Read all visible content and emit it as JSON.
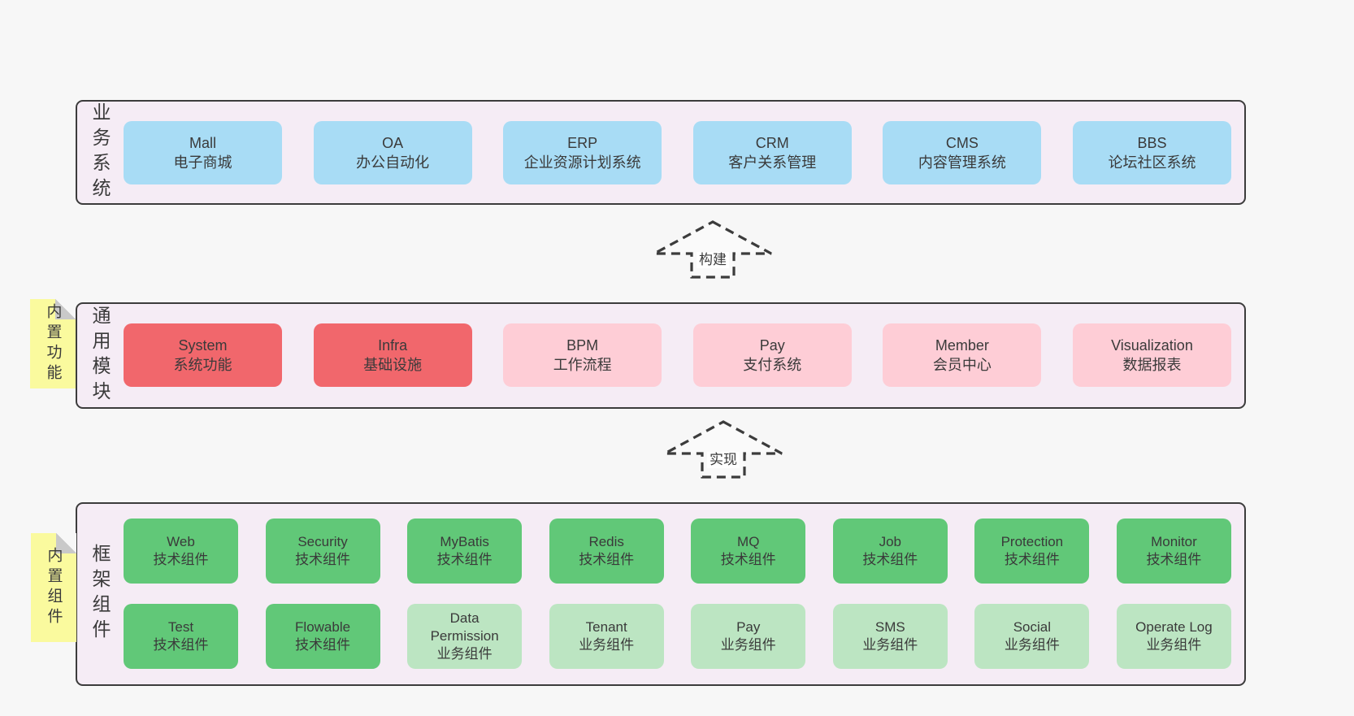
{
  "colors": {
    "page-bg": "#f7f7f7",
    "tier-bg": "#f5ecf5",
    "line": "#3c3c3c",
    "text": "#3a3a3a",
    "blue": "#a8dcf5",
    "red": "#f1676c",
    "pink": "#fecdd6",
    "green-dark": "#61c878",
    "green-light": "#bce5c2",
    "yellow": "#fafa9e",
    "fold": "#c9c9c9",
    "arrow-fill": "#fafafa",
    "label-bg": "#ffffff"
  },
  "tiers": [
    {
      "label": "业务系统",
      "boxes": [
        {
          "title": "Mall",
          "subtitle": "电子商城"
        },
        {
          "title": "OA",
          "subtitle": "办公自动化"
        },
        {
          "title": "ERP",
          "subtitle": "企业资源计划系统"
        },
        {
          "title": "CRM",
          "subtitle": "客户关系管理"
        },
        {
          "title": "CMS",
          "subtitle": "内容管理系统"
        },
        {
          "title": "BBS",
          "subtitle": "论坛社区系统"
        }
      ]
    },
    {
      "label": "通用模块",
      "note": "内置功能",
      "boxes": [
        {
          "title": "System",
          "subtitle": "系统功能"
        },
        {
          "title": "Infra",
          "subtitle": "基础设施"
        },
        {
          "title": "BPM",
          "subtitle": "工作流程"
        },
        {
          "title": "Pay",
          "subtitle": "支付系统"
        },
        {
          "title": "Member",
          "subtitle": "会员中心"
        },
        {
          "title": "Visualization",
          "subtitle": "数据报表"
        }
      ]
    },
    {
      "label": "框架组件",
      "note": "内置组件",
      "rows": [
        [
          {
            "title": "Web",
            "subtitle": "技术组件"
          },
          {
            "title": "Security",
            "subtitle": "技术组件"
          },
          {
            "title": "MyBatis",
            "subtitle": "技术组件"
          },
          {
            "title": "Redis",
            "subtitle": "技术组件"
          },
          {
            "title": "MQ",
            "subtitle": "技术组件"
          },
          {
            "title": "Job",
            "subtitle": "技术组件"
          },
          {
            "title": "Protection",
            "subtitle": "技术组件"
          },
          {
            "title": "Monitor",
            "subtitle": "技术组件"
          }
        ],
        [
          {
            "title": "Test",
            "subtitle": "技术组件"
          },
          {
            "title": "Flowable",
            "subtitle": "技术组件"
          },
          {
            "title": "Data Permission",
            "subtitle": "业务组件"
          },
          {
            "title": "Tenant",
            "subtitle": "业务组件"
          },
          {
            "title": "Pay",
            "subtitle": "业务组件"
          },
          {
            "title": "SMS",
            "subtitle": "业务组件"
          },
          {
            "title": "Social",
            "subtitle": "业务组件"
          },
          {
            "title": "Operate Log",
            "subtitle": "业务组件"
          }
        ]
      ]
    }
  ],
  "arrows": [
    {
      "label": "构建"
    },
    {
      "label": "实现"
    }
  ]
}
